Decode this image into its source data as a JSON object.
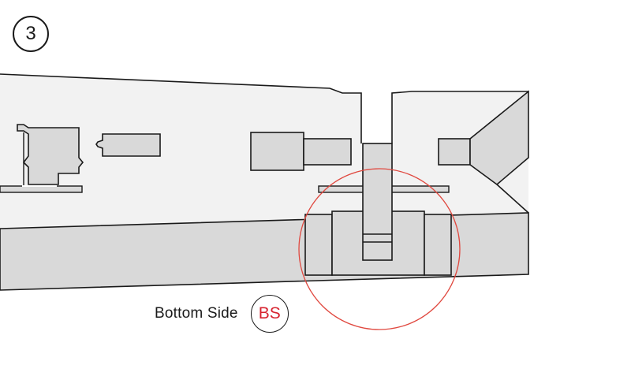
{
  "step": {
    "number": "3"
  },
  "legend": {
    "label": "Bottom Side",
    "code": "BS",
    "code_color": "#d7232f"
  },
  "colors": {
    "part_fill": "#d9d9d9",
    "panel_fill": "#f2f2f2",
    "outline": "#1a1a1a",
    "highlight_circle": "#e0483f"
  }
}
